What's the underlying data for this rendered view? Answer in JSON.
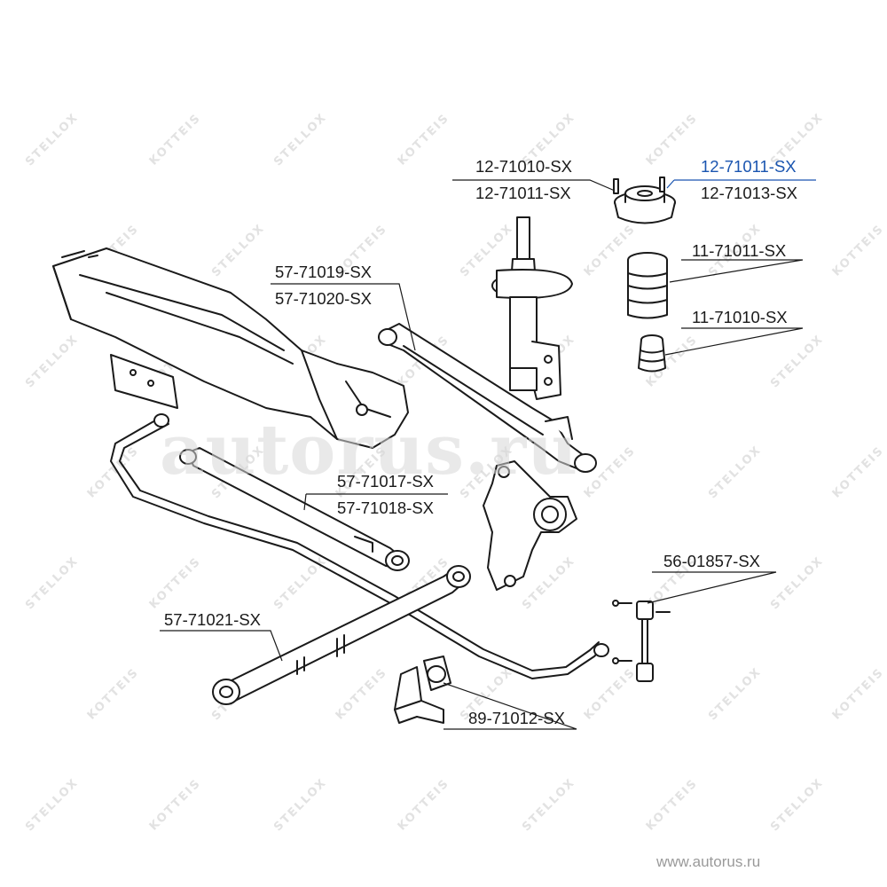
{
  "watermark": {
    "brand_a": "STELLOX",
    "brand_b": "KOTTEIS",
    "overlay": "autorus.ru"
  },
  "site_url": "www.autorus.ru",
  "accent_color": "#1a55b0",
  "labels": {
    "top_mount_a1": "12-71010-SX",
    "top_mount_a2": "12-71011-SX",
    "top_mount_b1": "12-71011-SX",
    "top_mount_b2": "12-71013-SX",
    "boot": "11-71011-SX",
    "bump_stop": "11-71010-SX",
    "upper_arm_1": "57-71019-SX",
    "upper_arm_2": "57-71020-SX",
    "trailing_arm_1": "57-71017-SX",
    "trailing_arm_2": "57-71018-SX",
    "link": "56-01857-SX",
    "lower_arm": "57-71021-SX",
    "bushing": "89-71012-SX"
  }
}
